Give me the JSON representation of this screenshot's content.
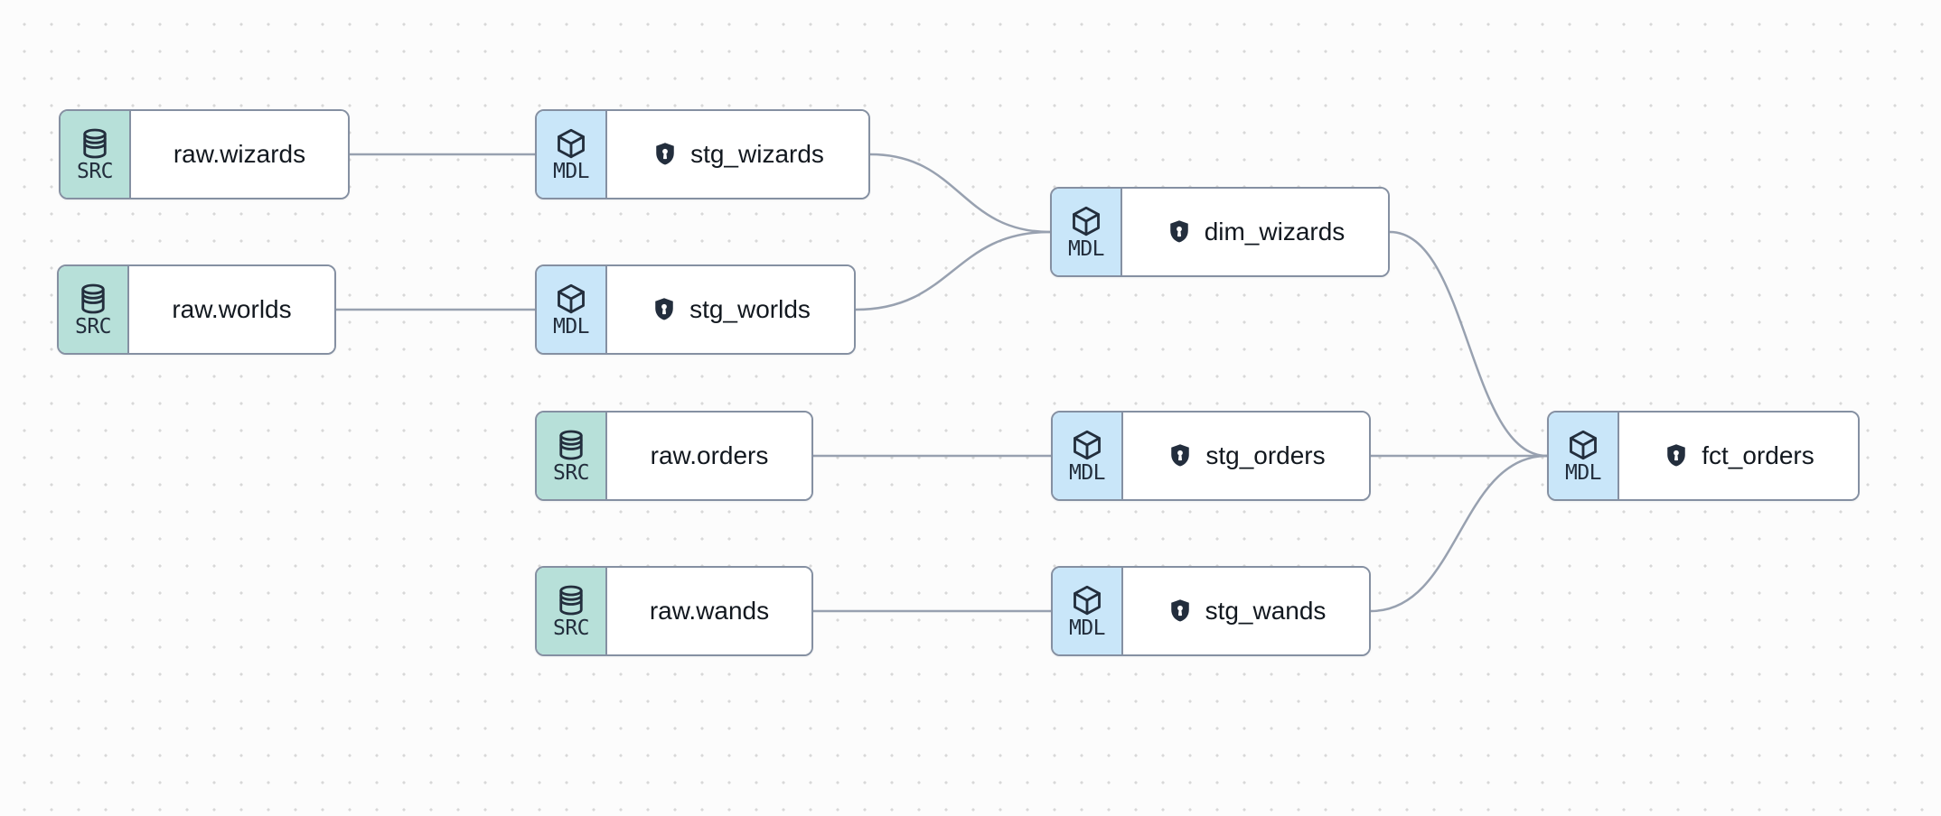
{
  "canvas": {
    "background": "#fcfcfc",
    "dot_color": "#d8d8d8"
  },
  "colors": {
    "source_accent": "#b7e0d9",
    "model_accent": "#c9e6f9",
    "node_border": "#8590a2",
    "edge": "#98a1b0",
    "icon_dark": "#232e3d",
    "label_text": "#12181f"
  },
  "nodes": [
    {
      "id": "raw_wizards",
      "kind": "source",
      "badge": "SRC",
      "badge_icon": "database-icon",
      "label": "raw.wizards",
      "protected": false
    },
    {
      "id": "stg_wizards",
      "kind": "model",
      "badge": "MDL",
      "badge_icon": "cube-icon",
      "label": "stg_wizards",
      "protected": true
    },
    {
      "id": "raw_worlds",
      "kind": "source",
      "badge": "SRC",
      "badge_icon": "database-icon",
      "label": "raw.worlds",
      "protected": false
    },
    {
      "id": "stg_worlds",
      "kind": "model",
      "badge": "MDL",
      "badge_icon": "cube-icon",
      "label": "stg_worlds",
      "protected": true
    },
    {
      "id": "dim_wizards",
      "kind": "model",
      "badge": "MDL",
      "badge_icon": "cube-icon",
      "label": "dim_wizards",
      "protected": true
    },
    {
      "id": "raw_orders",
      "kind": "source",
      "badge": "SRC",
      "badge_icon": "database-icon",
      "label": "raw.orders",
      "protected": false
    },
    {
      "id": "stg_orders",
      "kind": "model",
      "badge": "MDL",
      "badge_icon": "cube-icon",
      "label": "stg_orders",
      "protected": true
    },
    {
      "id": "fct_orders",
      "kind": "model",
      "badge": "MDL",
      "badge_icon": "cube-icon",
      "label": "fct_orders",
      "protected": true
    },
    {
      "id": "raw_wands",
      "kind": "source",
      "badge": "SRC",
      "badge_icon": "database-icon",
      "label": "raw.wands",
      "protected": false
    },
    {
      "id": "stg_wands",
      "kind": "model",
      "badge": "MDL",
      "badge_icon": "cube-icon",
      "label": "stg_wands",
      "protected": true
    }
  ],
  "edges": [
    {
      "from": "raw_wizards",
      "to": "stg_wizards"
    },
    {
      "from": "raw_worlds",
      "to": "stg_worlds"
    },
    {
      "from": "stg_wizards",
      "to": "dim_wizards"
    },
    {
      "from": "stg_worlds",
      "to": "dim_wizards"
    },
    {
      "from": "raw_orders",
      "to": "stg_orders"
    },
    {
      "from": "raw_wands",
      "to": "stg_wands"
    },
    {
      "from": "stg_orders",
      "to": "fct_orders"
    },
    {
      "from": "stg_wands",
      "to": "fct_orders"
    },
    {
      "from": "dim_wizards",
      "to": "fct_orders"
    }
  ]
}
